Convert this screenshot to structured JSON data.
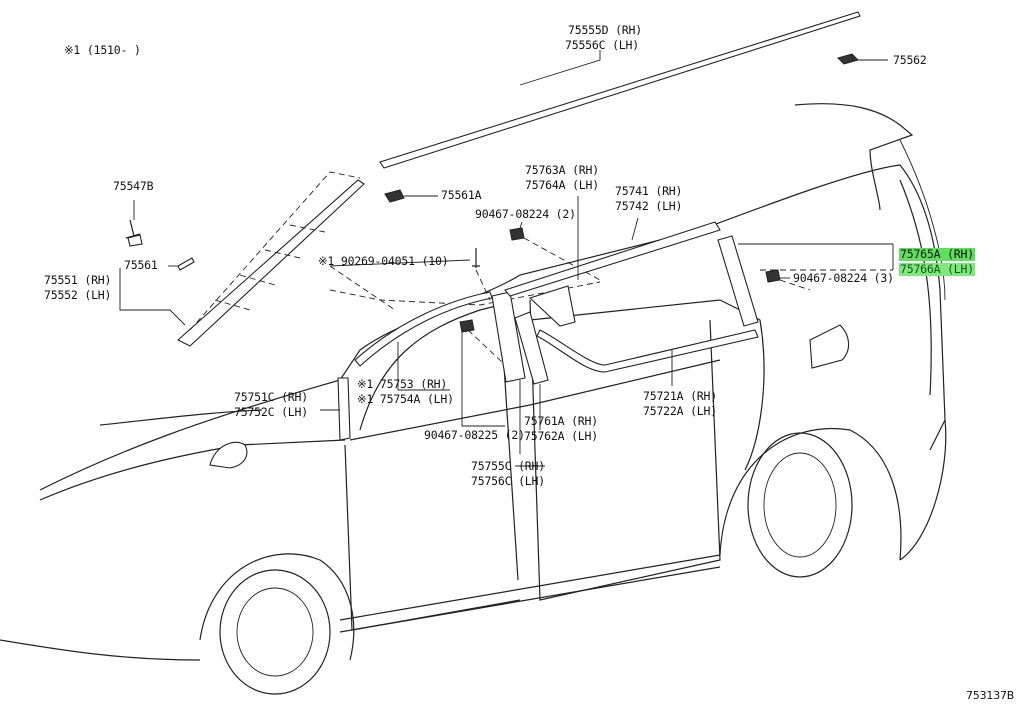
{
  "diagram": {
    "note": "※1 (1510-   )",
    "code": "753137B",
    "labels": {
      "p75555D": "75555D (RH)",
      "p75556C": "75556C (LH)",
      "p75562": "75562",
      "p75547B": "75547B",
      "p75561A": "75561A",
      "p75561": "75561",
      "p75551": "75551 (RH)",
      "p75552": "75552 (LH)",
      "p75763A": "75763A (RH)",
      "p75764A": "75764A (LH)",
      "p90467a": "90467-08224 (2)",
      "p75741": "75741 (RH)",
      "p75742": "75742 (LH)",
      "p75765A": "75765A (RH)",
      "p75766A": "75766A (LH)",
      "p90467b": "90467-08224 (3)",
      "p90269": "※1 90269-04051 (10)",
      "p75751C": "75751C (RH)",
      "p75752C": "75752C (LH)",
      "p75753": "※1 75753 (RH)",
      "p75754A": "※1 75754A (LH)",
      "p90467c": "90467-08225 (2)",
      "p75761A": "75761A (RH)",
      "p75762A": "75762A (LH)",
      "p75721A": "75721A (RH)",
      "p75722A": "75722A (LH)",
      "p75755C": "75755C (RH)",
      "p75756C": "75756C (LH)"
    }
  }
}
